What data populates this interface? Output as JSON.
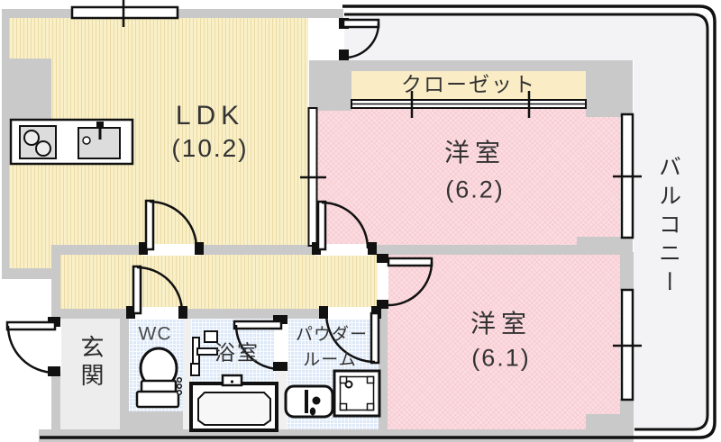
{
  "plan": {
    "type": "apartment-floor-plan",
    "rooms": {
      "ldk": {
        "name": "LDK",
        "size": "(10.2)"
      },
      "closet": {
        "name": "クローゼット"
      },
      "bedroom_a": {
        "name": "洋室",
        "size": "(6.2)"
      },
      "bedroom_b": {
        "name": "洋室",
        "size": "(6.1)"
      },
      "balcony": {
        "name": "バルコニー"
      },
      "entrance": {
        "name": "玄関"
      },
      "toilet": {
        "name": "WC"
      },
      "bathroom": {
        "name": "浴室"
      },
      "powder_room": {
        "name_line1": "パウダー",
        "name_line2": "ルーム"
      }
    },
    "palette": {
      "wall": "#c9c9c9",
      "ldk_floor": "#f9f0c8",
      "bedroom_floor": "#fbdce1",
      "wet_area_floor": "#dde9f8",
      "closet_floor": "#faecc5",
      "entrance_floor": "#ededed",
      "balcony_floor": "#f3f3f5",
      "outline": "#111111",
      "label_text": "#333333"
    }
  }
}
